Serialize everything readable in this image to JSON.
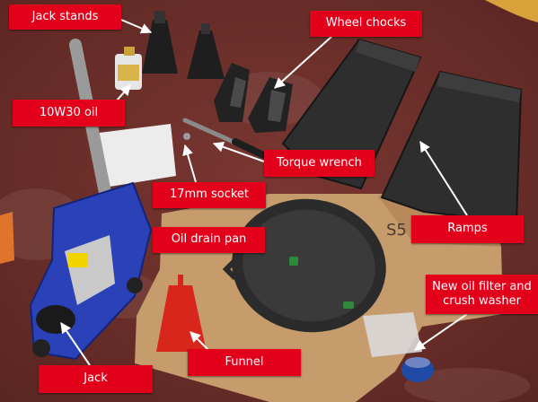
{
  "colors": {
    "floor": "#6e2f2b",
    "label_bg": "#e3001b",
    "label_text": "#ffffff",
    "pointer": "#ffffff",
    "jack_blue": "#2a41b8",
    "ramp": "#2f2f2f",
    "cardboard": "#c59a6b"
  },
  "labels": {
    "jack_stands": "Jack stands",
    "oil": "10W30 oil",
    "wheel_chocks": "Wheel chocks",
    "torque_wrench": "Torque wrench",
    "socket": "17mm socket",
    "drain_pan": "Oil drain pan",
    "ramps": "Ramps",
    "oil_filter": "New oil filter and crush washer",
    "funnel": "Funnel",
    "jack": "Jack"
  },
  "box_print": "S5"
}
